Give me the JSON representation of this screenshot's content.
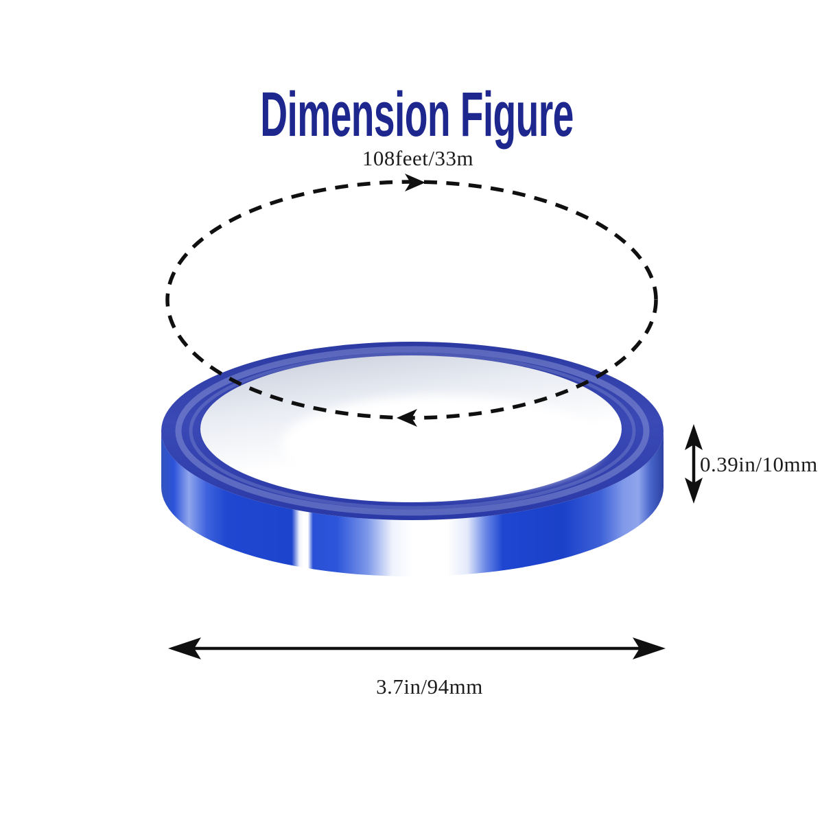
{
  "title": {
    "text": "Dimension Figure"
  },
  "annotations": {
    "length_label": "108feet/33m",
    "width_label": "0.39in/10mm",
    "diameter_label": "3.7in/94mm"
  },
  "figure": {
    "subject": "Blue heat-transfer tape roll, 3D product view",
    "length_path": "dashed ellipse around roll with clockwise arrows",
    "width_dimension": "vertical double-headed arrow at right side of roll",
    "diameter_dimension": "horizontal double-headed arrow under roll"
  },
  "theme": {
    "title_color": "#1e278e",
    "label_color": "#1c1c1c",
    "line_color": "#101010",
    "tape_rim_navy": "#323fae",
    "tape_side_blue": "#1e46d1",
    "tape_core_white": "#ffffff",
    "background": "#ffffff"
  }
}
